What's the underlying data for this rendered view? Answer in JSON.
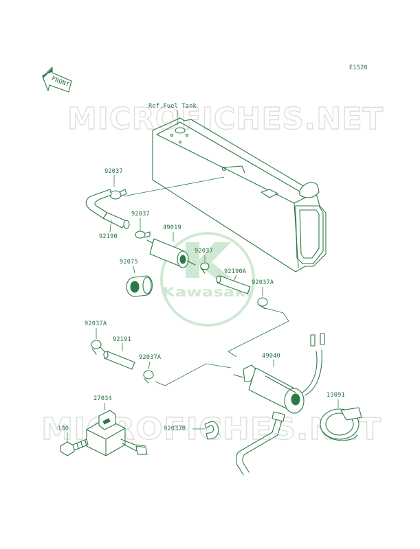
{
  "diagram_code": "E1520",
  "front_label": "FRONT",
  "ref_label": "Ref.Fuel Tank",
  "watermark_text": "MICROFICHES.NET",
  "watermark_text_lower": "MICROFICHES.NET",
  "logo_text": "Kawasaki",
  "colors": {
    "line": "#2a7a45",
    "text": "#1f6f3a",
    "watermark": "#d9dcd9",
    "logo": "#cfe8d3"
  },
  "parts": [
    {
      "id": "p1",
      "number": "92037"
    },
    {
      "id": "p2",
      "number": "92037"
    },
    {
      "id": "p3",
      "number": "92190"
    },
    {
      "id": "p4",
      "number": "49019"
    },
    {
      "id": "p5",
      "number": "92037"
    },
    {
      "id": "p6",
      "number": "92075"
    },
    {
      "id": "p7",
      "number": "92190A"
    },
    {
      "id": "p8",
      "number": "92037A"
    },
    {
      "id": "p9",
      "number": "92037A"
    },
    {
      "id": "p10",
      "number": "92191"
    },
    {
      "id": "p11",
      "number": "92037A"
    },
    {
      "id": "p12",
      "number": "49040"
    },
    {
      "id": "p13",
      "number": "27034"
    },
    {
      "id": "p14",
      "number": "13091"
    },
    {
      "id": "p15",
      "number": "130"
    },
    {
      "id": "p16",
      "number": "92037B"
    }
  ]
}
